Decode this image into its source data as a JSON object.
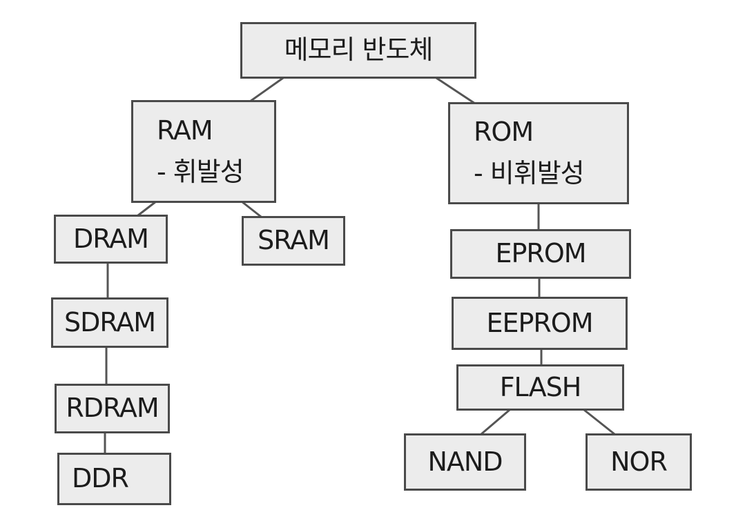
{
  "nodes": {
    "root": "메모리 반도체",
    "ram": {
      "title": "RAM",
      "sub": "- 휘발성"
    },
    "rom": {
      "title": "ROM",
      "sub": "- 비휘발성"
    },
    "dram": "DRAM",
    "sram": "SRAM",
    "sdram": "SDRAM",
    "rdram": "RDRAM",
    "ddr": "DDR",
    "eprom": "EPROM",
    "eeprom": "EEPROM",
    "flash": "FLASH",
    "nand": "NAND",
    "nor": "NOR"
  },
  "edges": [
    [
      "root",
      "ram"
    ],
    [
      "root",
      "rom"
    ],
    [
      "ram",
      "dram"
    ],
    [
      "ram",
      "sram"
    ],
    [
      "dram",
      "sdram"
    ],
    [
      "sdram",
      "rdram"
    ],
    [
      "rdram",
      "ddr"
    ],
    [
      "rom",
      "eprom"
    ],
    [
      "eprom",
      "eeprom"
    ],
    [
      "eeprom",
      "flash"
    ],
    [
      "flash",
      "nand"
    ],
    [
      "flash",
      "nor"
    ]
  ]
}
